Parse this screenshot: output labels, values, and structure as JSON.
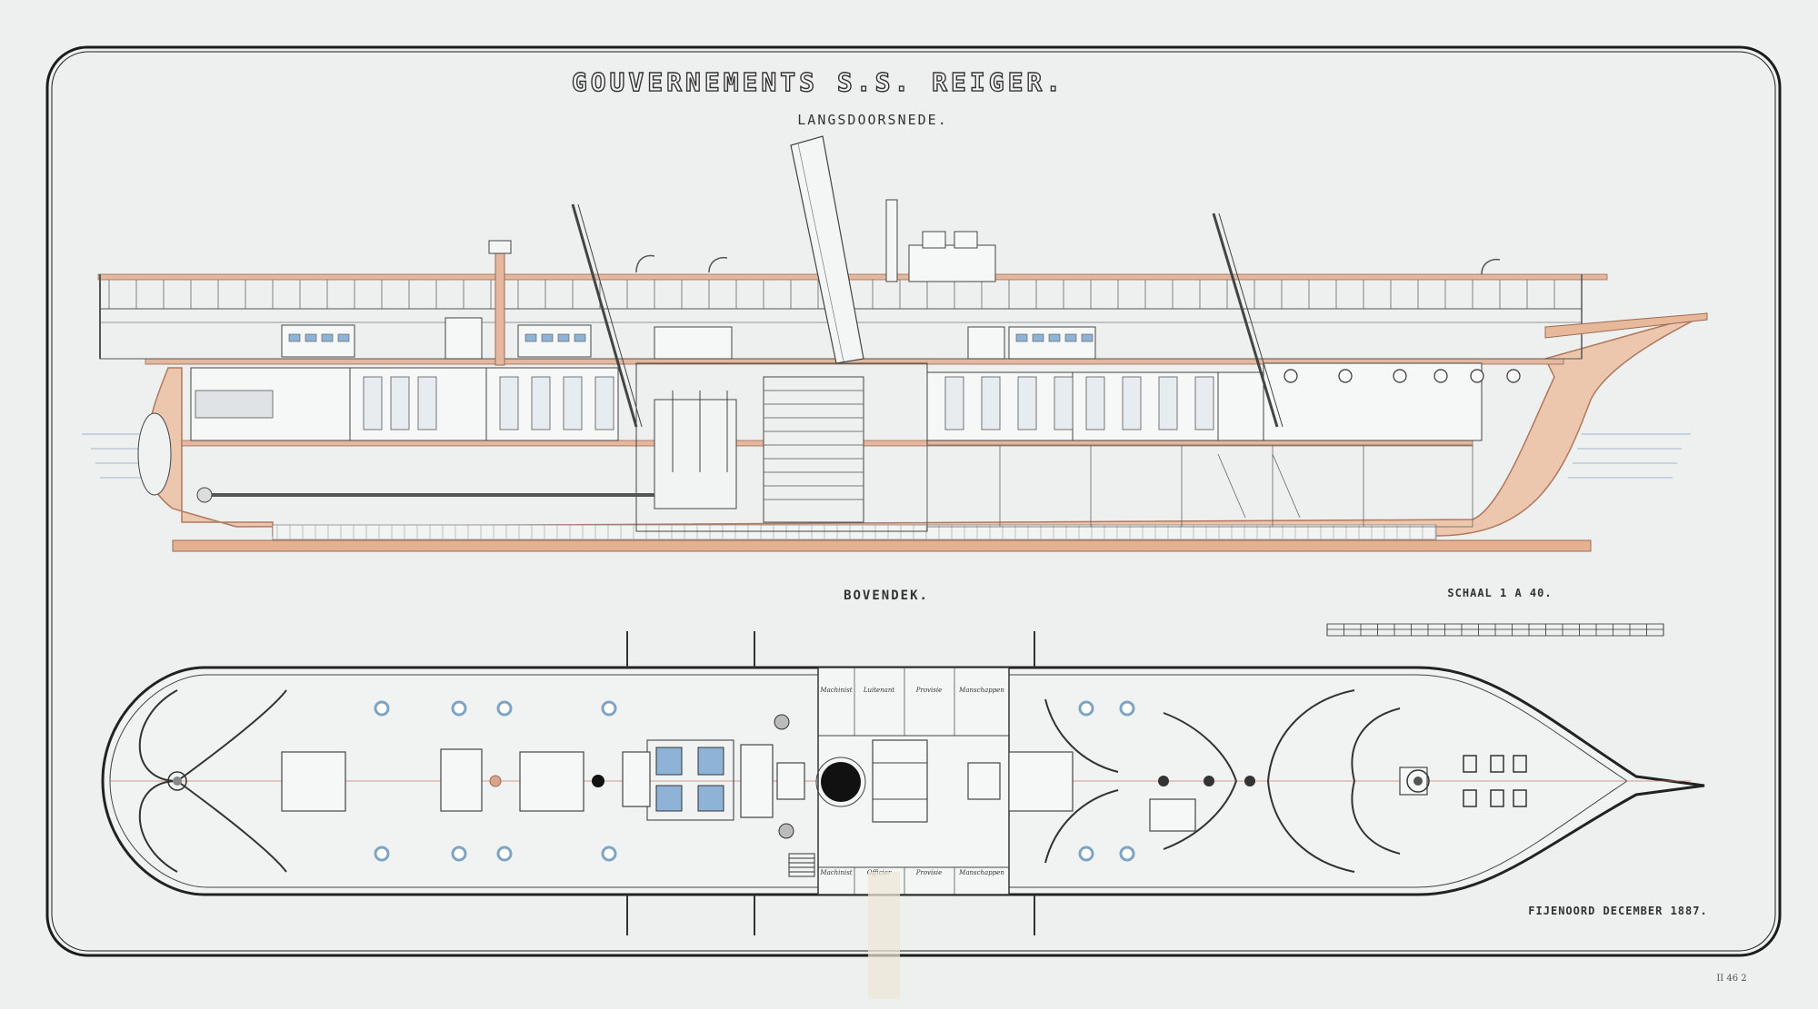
{
  "sheet": {
    "title": "GOUVERNEMENTS S.S. REIGER.",
    "section_label": "LANGSDOORSNEDE.",
    "plan_label": "BOVENDEK.",
    "scale_label": "SCHAAL 1 A 40.",
    "date_line": "FIJENOORD DECEMBER 1887.",
    "catalog_mark": "II 46 2"
  },
  "colors": {
    "paper": "#eef0ef",
    "ink": "#2a2a2a",
    "hull_wash": "#e8b89a",
    "water_blue": "#9fb8cc",
    "skylight_blue": "#8fb3d6"
  },
  "plan_cabin_labels": {
    "top": [
      "Machinist",
      "Luitenant",
      "Provisie",
      "Manschappen"
    ],
    "bottom": [
      "Machinist",
      "Officier",
      "Provisie",
      "Manschappen"
    ]
  }
}
